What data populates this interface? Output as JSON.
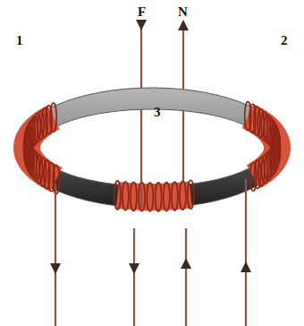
{
  "diagram": {
    "labels": [
      "1",
      "F",
      "N",
      "2",
      "3"
    ]
  }
}
